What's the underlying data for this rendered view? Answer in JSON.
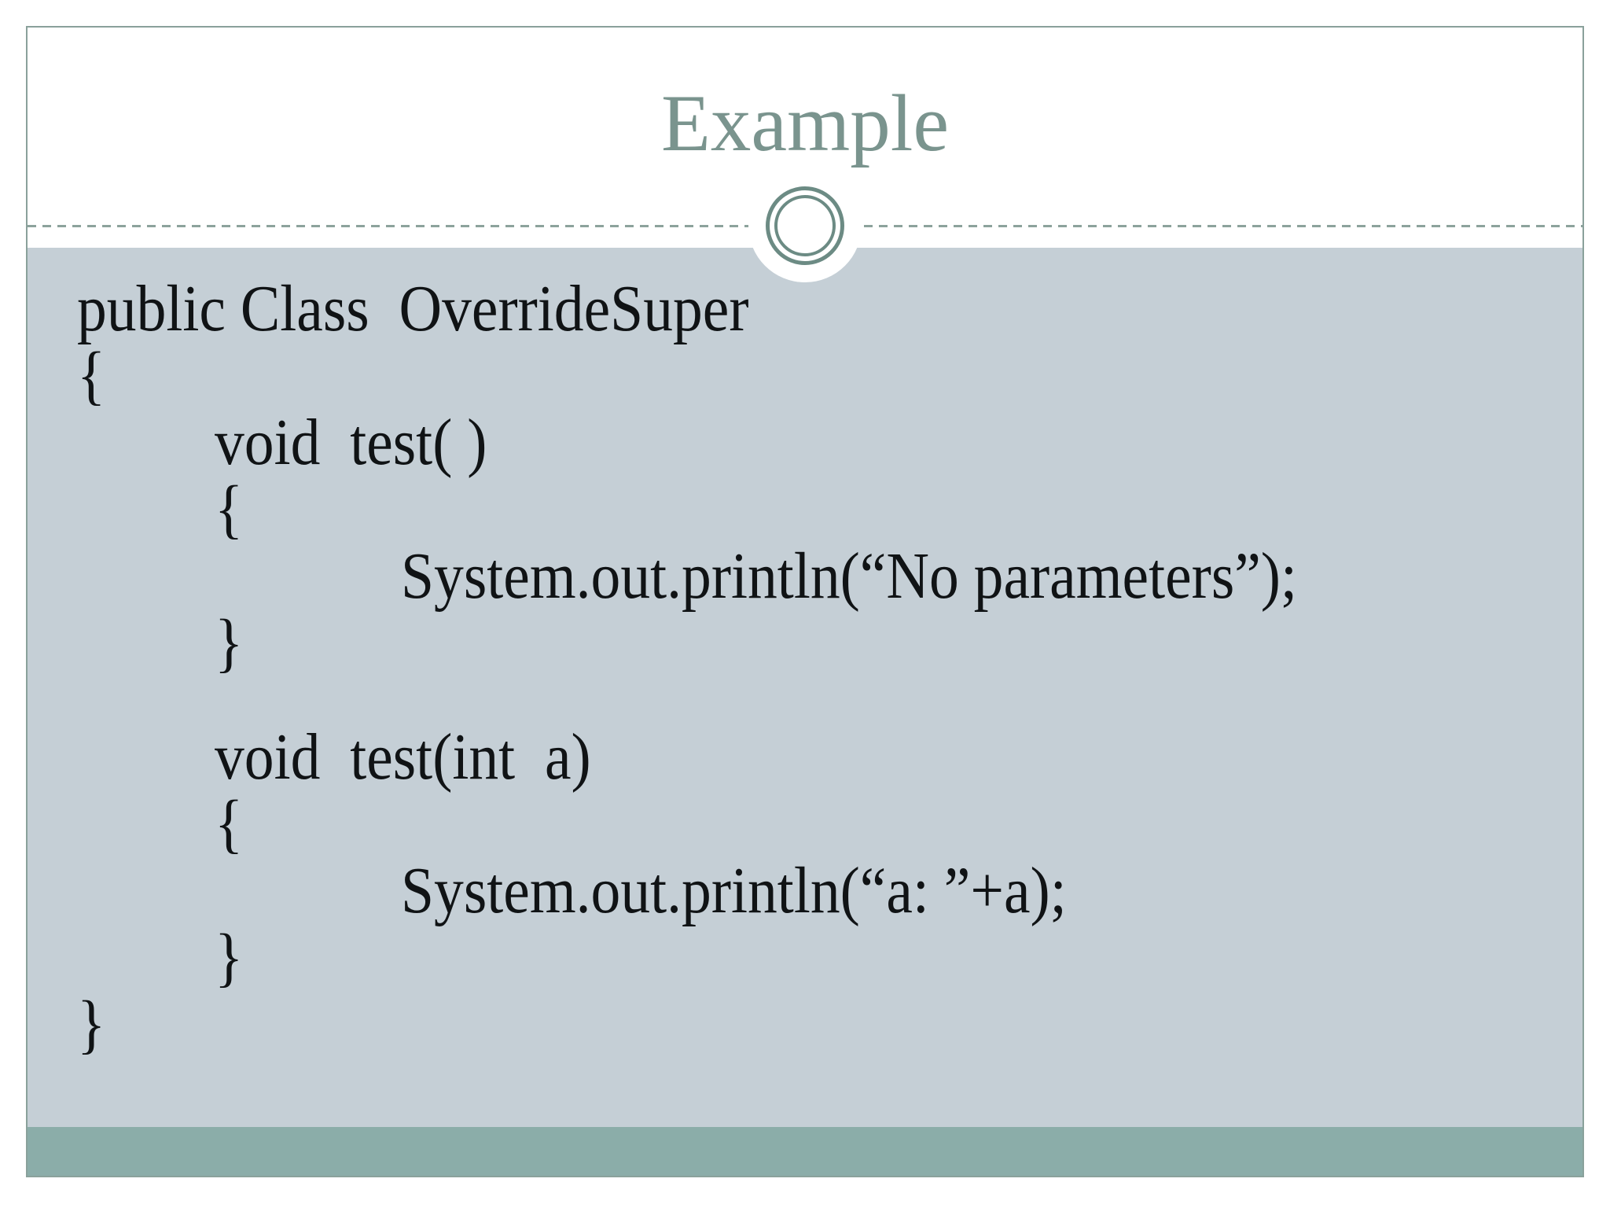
{
  "slide": {
    "title": "Example",
    "colors": {
      "accent_title": "#7a948e",
      "ring": "#6c8b84",
      "dash": "#8ca29c",
      "slide_border": "#8aa19b",
      "body_background": "#c5cfd6",
      "footer_background": "#8bada9",
      "code_text": "#101315"
    },
    "code": {
      "lines": [
        {
          "indent": 0,
          "text": "public Class  OverrideSuper"
        },
        {
          "indent": 0,
          "text": "{"
        },
        {
          "indent": 1,
          "text": "void  test( )"
        },
        {
          "indent": 1,
          "text": "{"
        },
        {
          "indent": 2,
          "text": "System.out.println(“No parameters”);"
        },
        {
          "indent": 1,
          "text": "}"
        },
        {
          "indent": 0,
          "text": ""
        },
        {
          "indent": 1,
          "text": "void  test(int  a)"
        },
        {
          "indent": 1,
          "text": "{"
        },
        {
          "indent": 2,
          "text": "System.out.println(“a: ”+a);"
        },
        {
          "indent": 1,
          "text": "}"
        },
        {
          "indent": 0,
          "text": "}"
        }
      ]
    }
  }
}
